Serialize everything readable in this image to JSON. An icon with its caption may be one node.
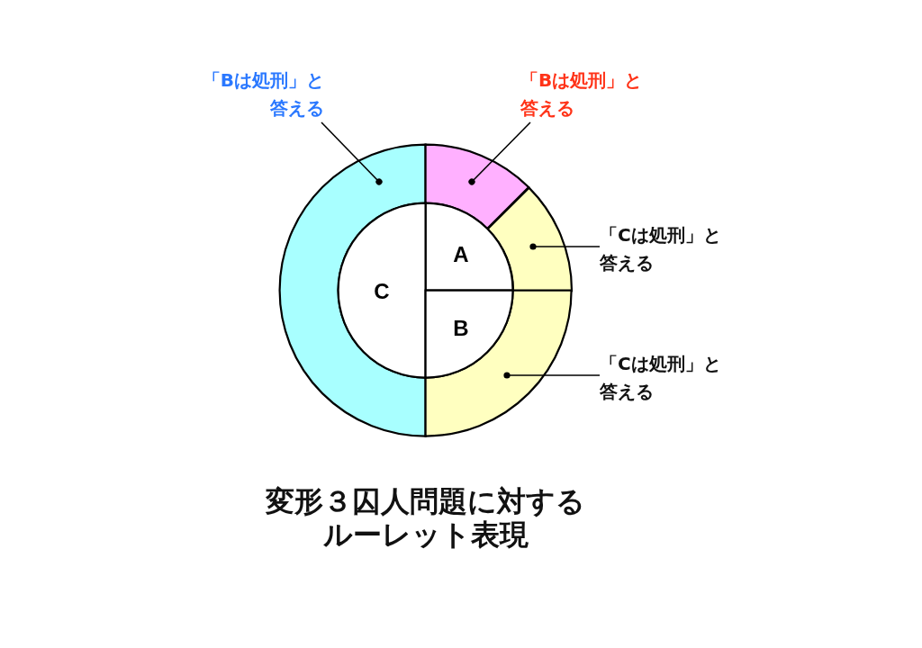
{
  "diagram": {
    "caption": "変形３囚人問題に対するルーレット表現",
    "nodes": [
      {
        "text": [
          "「Bは処刑」と答える"
        ]
      },
      {
        "text": [
          "「Bは処刑」と答える"
        ]
      },
      {
        "text": [],
        "shape": "sector"
      },
      {
        "text": [],
        "shape": "sector"
      },
      {
        "text": [
          "「Cは処刑」と答える"
        ]
      },
      {
        "text": [],
        "shape": "sector"
      },
      {
        "text": [
          "A"
        ]
      },
      {
        "text": [
          "C"
        ]
      },
      {
        "text": [
          "B"
        ]
      },
      {
        "text": [
          "「Cは処刑」と答える"
        ]
      },
      {
        "text": [],
        "shape": "sector"
      }
    ],
    "edges": [
      {
        "from": 0,
        "to": 2,
        "arrow": "other"
      },
      {
        "from": 1,
        "to": 3,
        "arrow": "other"
      },
      {
        "from": 4,
        "to": 5,
        "arrow": "other"
      },
      {
        "from": 9,
        "to": 10,
        "arrow": "other"
      }
    ]
  }
}
